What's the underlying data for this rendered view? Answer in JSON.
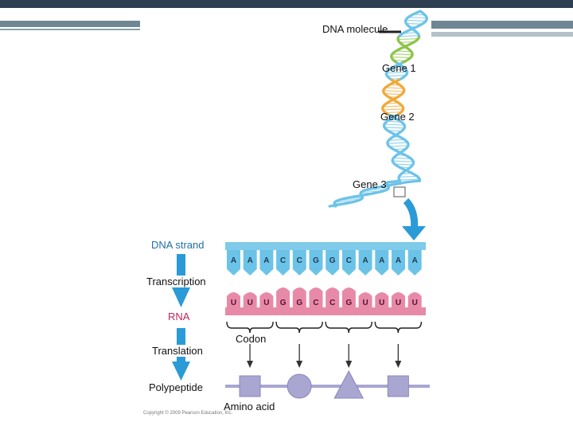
{
  "labels": {
    "dna_molecule": "DNA molecule",
    "gene1": "Gene 1",
    "gene2": "Gene 2",
    "gene3": "Gene 3",
    "dna_strand": "DNA strand",
    "transcription": "Transcription",
    "rna": "RNA",
    "translation": "Translation",
    "codon": "Codon",
    "polypeptide": "Polypeptide",
    "amino_acid": "Amino acid",
    "copyright": "Copyright © 2009 Pearson Education, Inc."
  },
  "dna_bases": [
    "A",
    "A",
    "A",
    "C",
    "C",
    "G",
    "G",
    "C",
    "A",
    "A",
    "A",
    "A"
  ],
  "rna_bases": [
    "U",
    "U",
    "U",
    "G",
    "G",
    "C",
    "C",
    "G",
    "U",
    "U",
    "U",
    "U"
  ],
  "amino_acid_shapes": [
    "square",
    "circle",
    "triangle",
    "square"
  ],
  "colors": {
    "dna": "#6cc3e8",
    "rna": "#e78aa8",
    "arrow": "#2a9bd6",
    "amino": "#a9a6d2",
    "gene_green": "#8dc44a",
    "gene_orange": "#f0a93a"
  }
}
